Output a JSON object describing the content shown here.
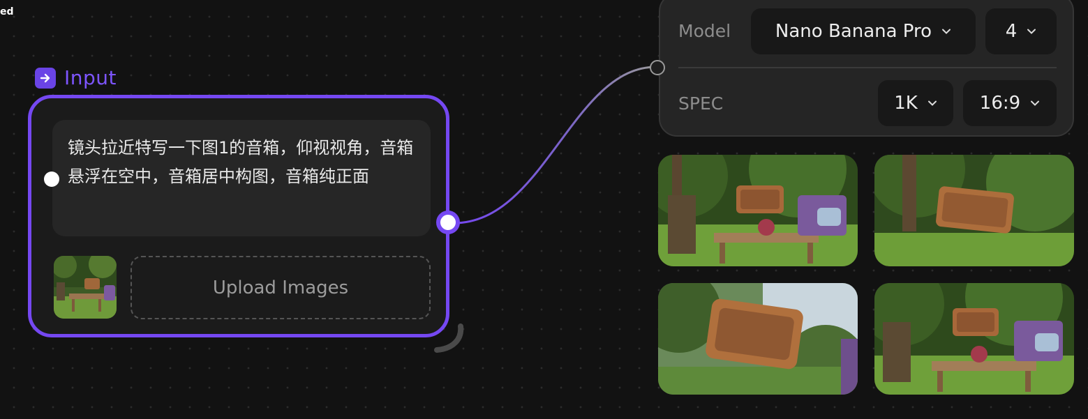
{
  "corner_label": "ed",
  "input_node": {
    "title": "Input",
    "prompt": "镜头拉近特写一下图1的音箱，仰视视角，音箱悬浮在空中，音箱居中构图，音箱纯正面",
    "upload_label": "Upload Images",
    "icon": "arrow-right-icon"
  },
  "settings": {
    "model_label": "Model",
    "model_value": "Nano Banana Pro",
    "count_value": "4",
    "spec_label": "SPEC",
    "resolution_value": "1K",
    "aspect_value": "16:9"
  },
  "colors": {
    "accent": "#7548f2",
    "background": "#121212",
    "panel": "#252525"
  }
}
